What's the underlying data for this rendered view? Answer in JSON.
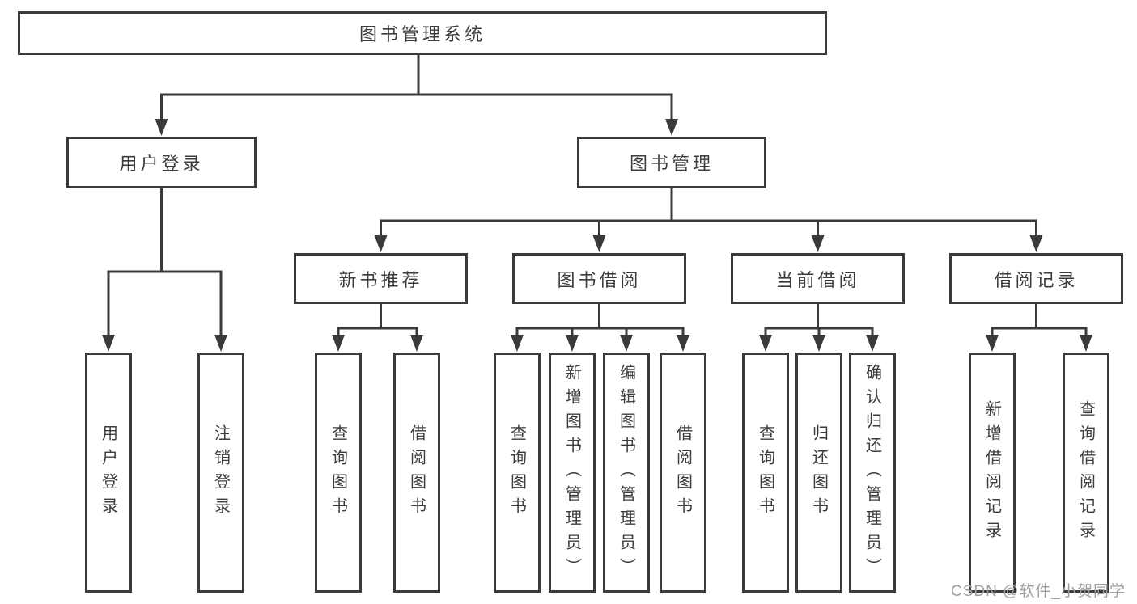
{
  "diagram": {
    "watermark": "CSDN @软件_小贺同学",
    "colors": {
      "background": "#ffffff",
      "line": "#3a3a3a",
      "text": "#3c3c3c",
      "watermark": "#9e9e9e"
    },
    "tree": {
      "id": "root",
      "label": "图书管理系统",
      "children": [
        {
          "id": "user-login",
          "label": "用户登录",
          "children": [
            {
              "id": "login",
              "label": "用户登录"
            },
            {
              "id": "logout",
              "label": "注销登录"
            }
          ]
        },
        {
          "id": "book-mgmt",
          "label": "图书管理",
          "children": [
            {
              "id": "new-book-rec",
              "label": "新书推荐",
              "children": [
                {
                  "id": "query-books-new",
                  "label": "查询图书"
                },
                {
                  "id": "borrow-books-new",
                  "label": "借阅图书"
                }
              ]
            },
            {
              "id": "book-borrow",
              "label": "图书借阅",
              "children": [
                {
                  "id": "query-books-borrow",
                  "label": "查询图书"
                },
                {
                  "id": "add-book",
                  "label": "新增图书（管理员）"
                },
                {
                  "id": "edit-book",
                  "label": "编辑图书（管理员）"
                },
                {
                  "id": "borrow-books-2",
                  "label": "借阅图书"
                }
              ]
            },
            {
              "id": "current-borrow",
              "label": "当前借阅",
              "children": [
                {
                  "id": "query-books-current",
                  "label": "查询图书"
                },
                {
                  "id": "return-book",
                  "label": "归还图书"
                },
                {
                  "id": "confirm-return",
                  "label": "确认归还（管理员）"
                }
              ]
            },
            {
              "id": "borrow-records",
              "label": "借阅记录",
              "children": [
                {
                  "id": "add-borrow-record",
                  "label": "新增借阅记录"
                },
                {
                  "id": "query-borrow-record",
                  "label": "查询借阅记录"
                }
              ]
            }
          ]
        }
      ]
    }
  }
}
